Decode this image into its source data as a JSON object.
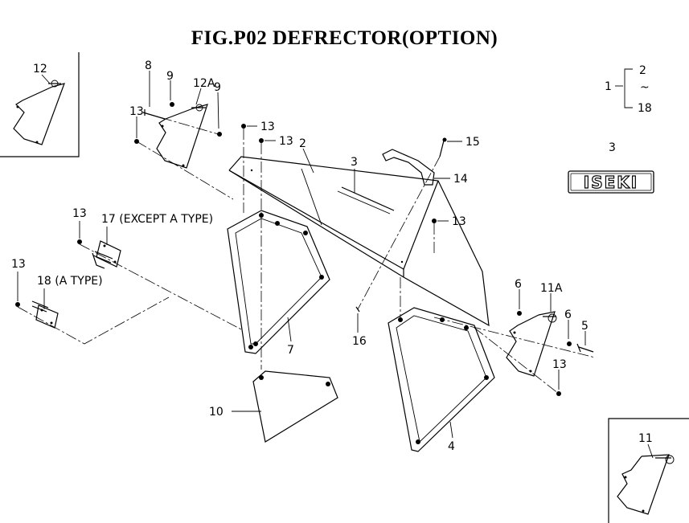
{
  "title": "FIG.P02  DEFRECTOR(OPTION)",
  "logo_text": "ISEKI",
  "range_symbol": "~",
  "labels": {
    "l12": "12",
    "l8": "8",
    "l9a": "9",
    "l12a": "12A",
    "l9b": "9",
    "l13a": "13",
    "l13b": "13",
    "l13c": "13",
    "l2": "2",
    "l3": "3",
    "l15": "15",
    "l14": "14",
    "l13d": "13",
    "l13e": "13",
    "l17": "17 (EXCEPT A TYPE)",
    "l13f": "13",
    "l18": "18 (A TYPE)",
    "l7": "7",
    "l16": "16",
    "l10": "10",
    "l4": "4",
    "l6a": "6",
    "l11a": "11A",
    "l6b": "6",
    "l5": "5",
    "l13g": "13",
    "l11": "11",
    "key1": "1",
    "key2": "2",
    "key18": "18",
    "logo_num": "3"
  }
}
